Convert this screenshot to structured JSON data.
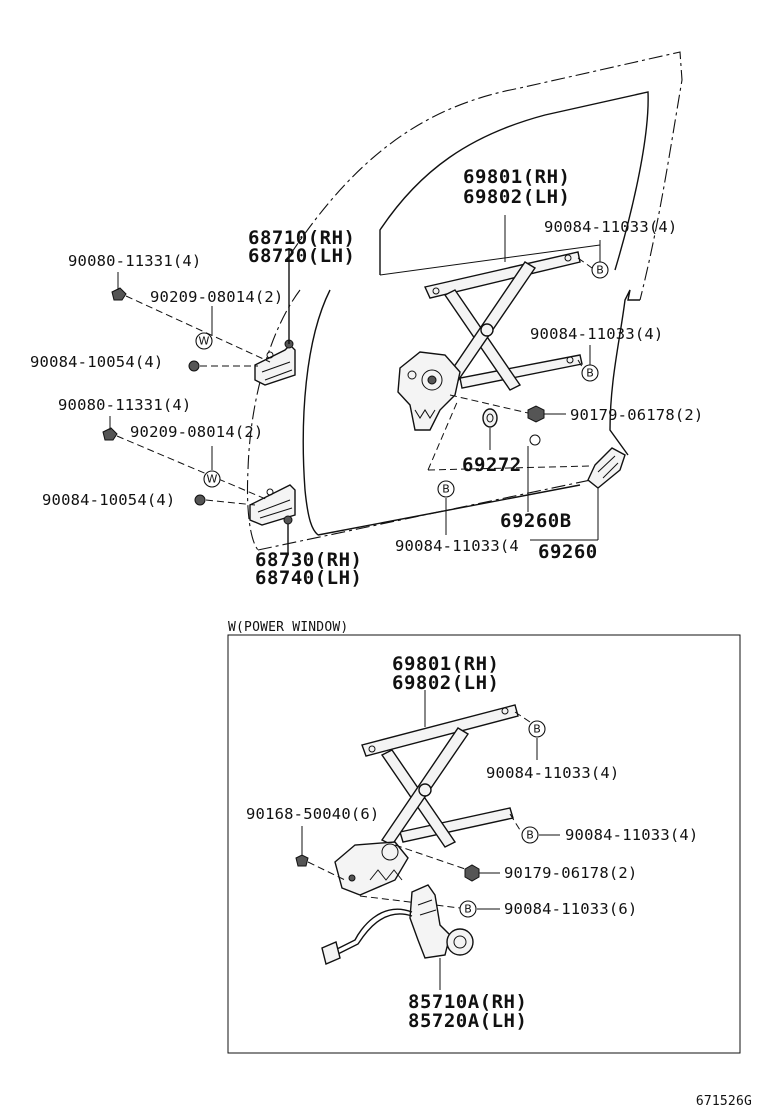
{
  "labels": {
    "regulator_top_rh": "69801(RH)",
    "regulator_top_lh": "69802(LH)",
    "bolt_top_right": "90084-11033(4)",
    "bolt_mid_right": "90084-11033(4)",
    "hinge_upper_rh": "68710(RH)",
    "hinge_upper_lh": "68720(LH)",
    "bolt_upper_a": "90080-11331(4)",
    "bolt_upper_b": "90209-08014(2)",
    "bolt_upper_c": "90084-10054(4)",
    "bolt_lower_a": "90080-11331(4)",
    "bolt_lower_b": "90209-08014(2)",
    "bolt_lower_c": "90084-10054(4)",
    "nut_right": "90179-06178(2)",
    "washer": "69272",
    "handle_clip": "69260B",
    "bolt_bottom": "90084-11033(4",
    "handle": "69260",
    "hinge_lower_rh": "68730(RH)",
    "hinge_lower_lh": "68740(LH)",
    "power_window_title": "W(POWER WINDOW)",
    "pw_regulator_rh": "69801(RH)",
    "pw_regulator_lh": "69802(LH)",
    "pw_bolt_1": "90084-11033(4)",
    "pw_bolt_2": "90084-11033(4)",
    "pw_screw": "90168-50040(6)",
    "pw_nut": "90179-06178(2)",
    "pw_bolt_3": "90084-11033(6)",
    "pw_motor_rh": "85710A(RH)",
    "pw_motor_lh": "85720A(LH)",
    "figure_code": "671526G"
  },
  "markers": {
    "b": "B",
    "w": "W"
  }
}
